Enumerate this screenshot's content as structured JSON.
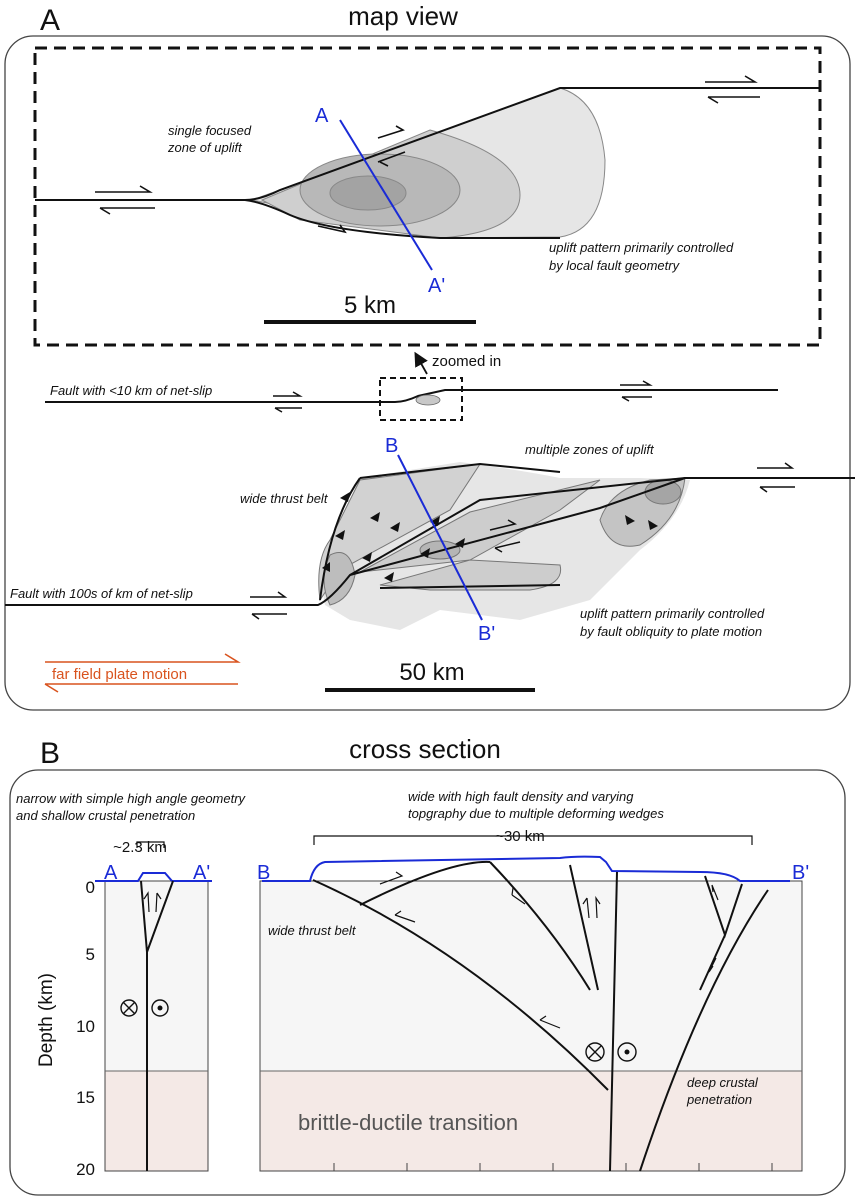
{
  "panelA": {
    "letter": "A",
    "title": "map view",
    "inset": {
      "note_uplift": [
        "single focused",
        "zone of uplift"
      ],
      "note_control": [
        "uplift pattern primarily controlled",
        "by local fault geometry"
      ],
      "section_start": "A",
      "section_end": "A'",
      "scale": "5 km"
    },
    "zoom_label": "zoomed in",
    "small_fault_label": "Fault with <10 km of net-slip",
    "large": {
      "note_multi": "multiple zones of uplift",
      "note_belt": "wide thrust belt",
      "fault_label": "Fault with 100s of km of net-slip",
      "note_control": [
        "uplift pattern primarily controlled",
        "by fault obliquity to plate motion"
      ],
      "section_start": "B",
      "section_end": "B'",
      "scale": "50 km"
    },
    "plate_motion": "far field plate motion",
    "colors": {
      "section": "#1a2bd6",
      "plate_motion": "#d9531e",
      "uplift_light": "#e6e6e6",
      "uplift_mid": "#c8c8c8",
      "uplift_dark": "#a9a9a9"
    }
  },
  "panelB": {
    "letter": "B",
    "title": "cross section",
    "note_left": [
      "narrow with simple high angle geometry",
      "and shallow crustal penetration"
    ],
    "note_right": [
      "wide with high fault density and varying",
      "topgraphy due to multiple deforming wedges"
    ],
    "width_left": "~2.3 km",
    "width_right": "~30 km",
    "left_start": "A",
    "left_end": "A'",
    "right_start": "B",
    "right_end": "B'",
    "y_axis_title": "Depth (km)",
    "y_ticks": [
      "0",
      "5",
      "10",
      "15",
      "20"
    ],
    "note_belt": "wide thrust belt",
    "note_deep": [
      "deep crustal",
      "penetration"
    ],
    "transition": "brittle-ductile transition",
    "colors": {
      "upper_crust": "#f6f6f6",
      "transition_zone": "#f4e9e6",
      "topography": "#1a2bd6"
    }
  }
}
